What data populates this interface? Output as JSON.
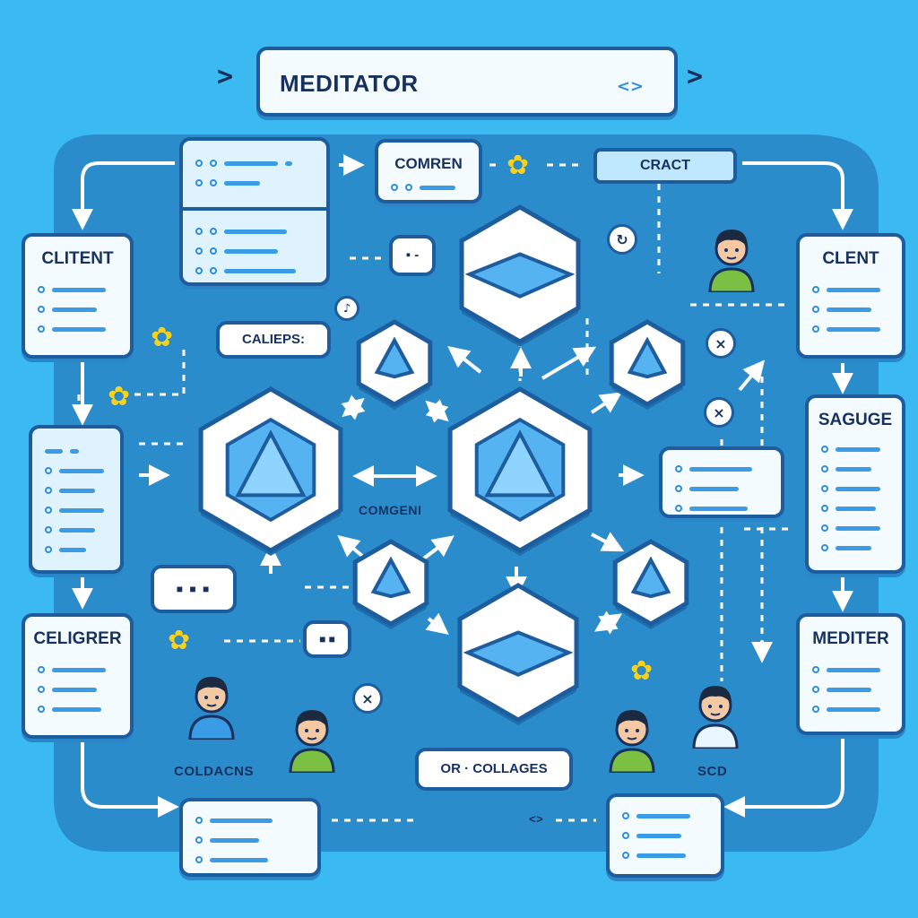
{
  "diagram": {
    "title": "MEDITATOR",
    "chevron_left": ">",
    "chevron_right": ">",
    "code_icon": "<>",
    "top_cards": {
      "comren": "COMREN",
      "cract": "CRACT"
    },
    "left_cards": {
      "clitent": "CLITENT",
      "celigrer": "CELIGRER"
    },
    "right_cards": {
      "clent": "CLENT",
      "saguge": "SAGUGE",
      "mediter": "MEDITER"
    },
    "labels": {
      "caliems": "CALIEPS:",
      "comgen": "COMGENI",
      "coldacns": "COLDACNS",
      "collages": "OR · COLLAGES",
      "scd": "SCD",
      "bottom_code": "<>"
    },
    "icons": {
      "close": "×",
      "chat_dots": "■ ■ ■",
      "chat_pause": "■ ■",
      "chat_dash": "▪ -"
    },
    "colors": {
      "background": "#3bbaf2",
      "panel": "#2a8ccb",
      "ink": "#17315f",
      "accent": "#3a9be6",
      "highlight": "#f4d21d"
    }
  }
}
